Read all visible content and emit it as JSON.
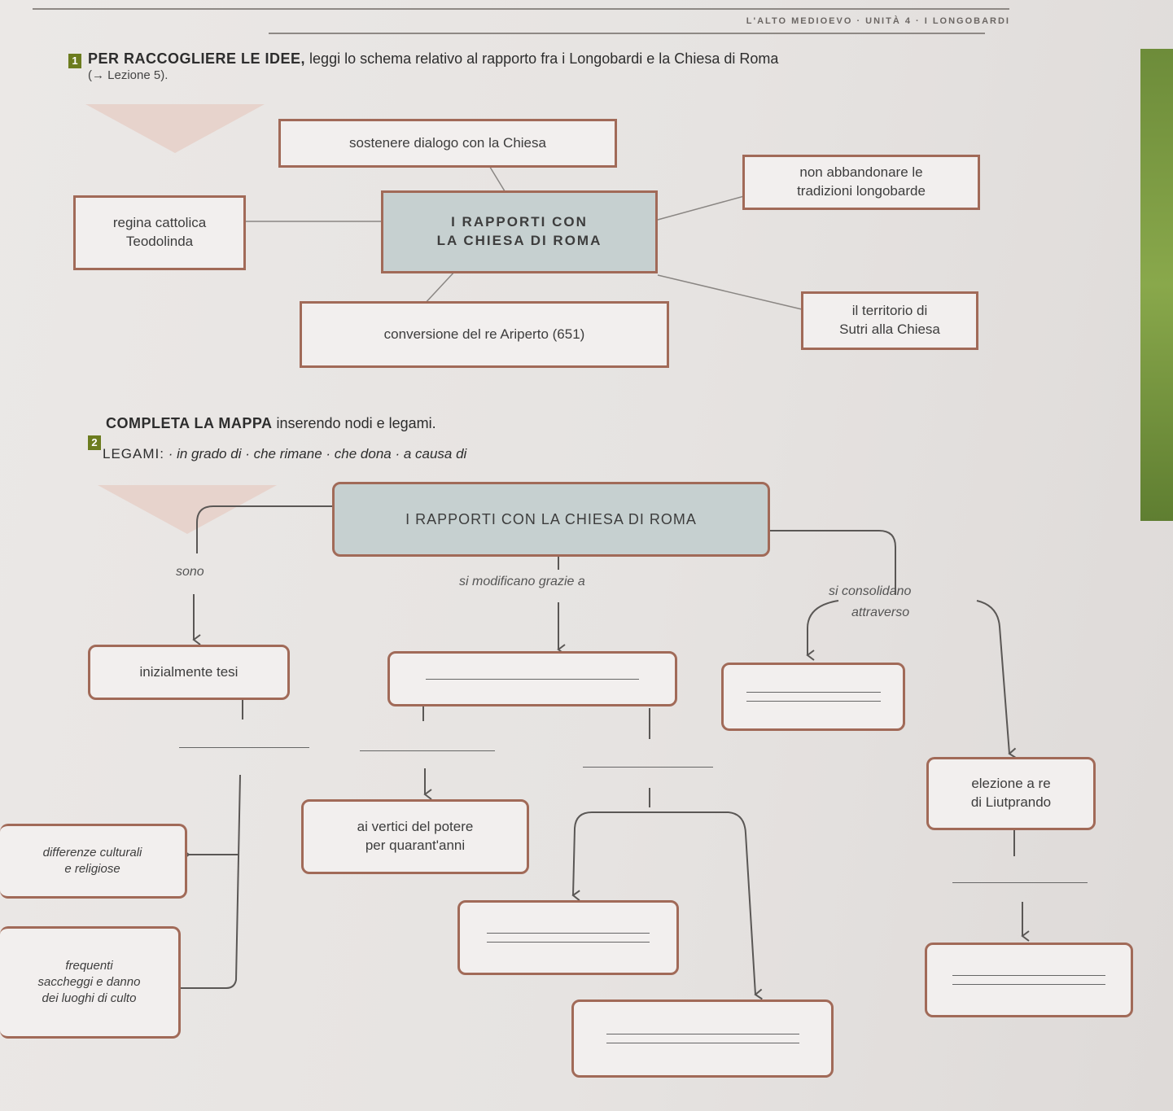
{
  "header": {
    "running_head": "L'ALTO MEDIOEVO · UNITÀ 4 · I LONGOBARDI"
  },
  "exercise1": {
    "number": "1",
    "title_bold": "PER RACCOGLIERE LE IDEE,",
    "title_rest": " leggi lo schema relativo al rapporto fra i Longobardi e la Chiesa di Roma",
    "reference": "(→ Lezione 5).",
    "center": [
      "I RAPPORTI CON",
      "LA CHIESA DI ROMA"
    ],
    "nodes": {
      "dialogo": "sostenere dialogo con la Chiesa",
      "tradizioni_1": "non abbandonare le",
      "tradizioni_2": "tradizioni longobarde",
      "regina_1": "regina cattolica",
      "regina_2": "Teodolinda",
      "sutri_1": "il territorio di",
      "sutri_2": "Sutri alla Chiesa",
      "ariperto": "conversione del re Ariperto (651)"
    }
  },
  "exercise2": {
    "number": "2",
    "title_bold": "COMPLETA LA MAPPA",
    "title_rest": " inserendo nodi e legami.",
    "legami_label": "LEGAMI:",
    "legami_list": " · in grado di · che rimane · che dona · a causa di",
    "root": "I RAPPORTI CON LA CHIESA DI ROMA",
    "links": {
      "sono": "sono",
      "modificano": "si modificano grazie a",
      "consolidano_1": "si consolidano",
      "consolidano_2": "attraverso"
    },
    "nodes": {
      "tesi": "inizialmente tesi",
      "vertici_1": "ai vertici del potere",
      "vertici_2": "per quarant'anni",
      "liutprando_1": "elezione a re",
      "liutprando_2": "di Liutprando",
      "differenze_1": "differenze culturali",
      "differenze_2": "e religiose",
      "saccheggi_1": "frequenti",
      "saccheggi_2": "saccheggi e danno",
      "saccheggi_3": "dei luoghi di culto"
    }
  }
}
